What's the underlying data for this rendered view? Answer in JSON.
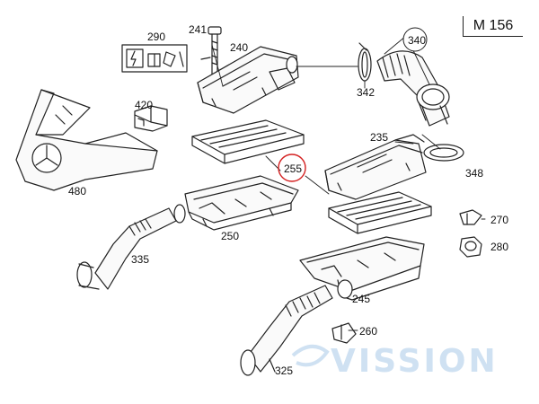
{
  "model": "M 156",
  "callouts": {
    "c290": "290",
    "c241": "241",
    "c240": "240",
    "c340": "340",
    "c342": "342",
    "c420": "420",
    "c480": "480",
    "c235": "235",
    "c255": "255",
    "c348": "348",
    "c250": "250",
    "c270": "270",
    "c280": "280",
    "c335": "335",
    "c245": "245",
    "c260": "260",
    "c325": "325"
  },
  "watermark": "VISSION",
  "colors": {
    "line": "#222222",
    "highlight": "#d42020",
    "watermark": "#cfe1f2"
  }
}
